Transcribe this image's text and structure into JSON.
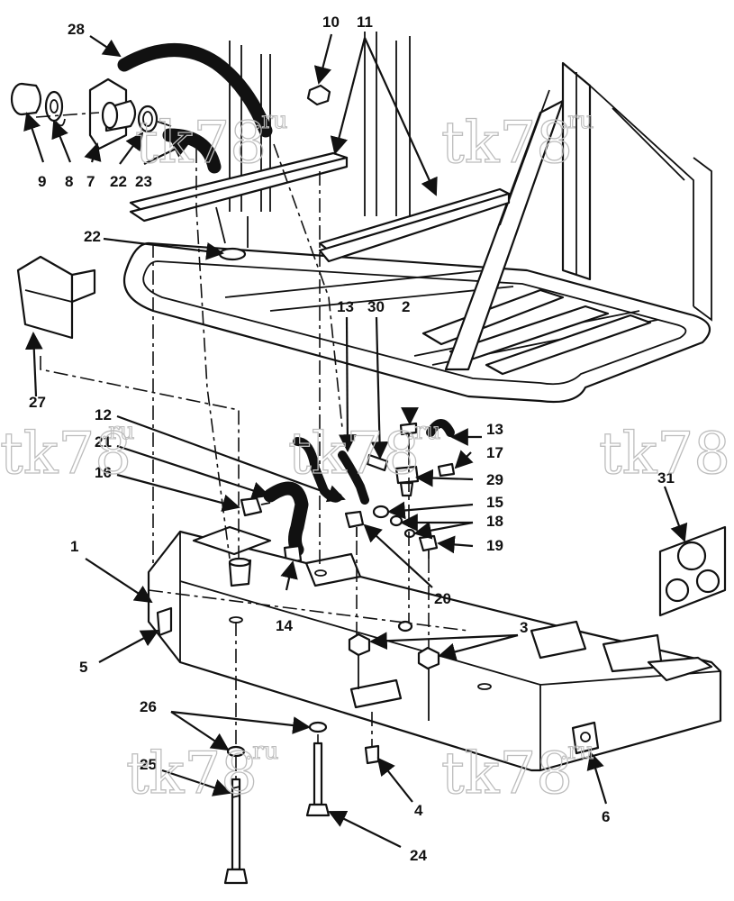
{
  "watermark": {
    "main": "tk78",
    "suffix": ".ru"
  },
  "callouts": {
    "c1": "1",
    "c2": "2",
    "c3": "3",
    "c4": "4",
    "c5": "5",
    "c6": "6",
    "c7": "7",
    "c8": "8",
    "c9": "9",
    "c10": "10",
    "c11": "11",
    "c12": "12",
    "c13a": "13",
    "c13b": "13",
    "c14": "14",
    "c15": "15",
    "c16": "16",
    "c17": "17",
    "c18": "18",
    "c19": "19",
    "c20": "20",
    "c21": "21",
    "c22a": "22",
    "c22b": "22",
    "c23": "23",
    "c24": "24",
    "c25": "25",
    "c26": "26",
    "c27": "27",
    "c28": "28",
    "c29": "29",
    "c30": "30",
    "c31": "31"
  }
}
